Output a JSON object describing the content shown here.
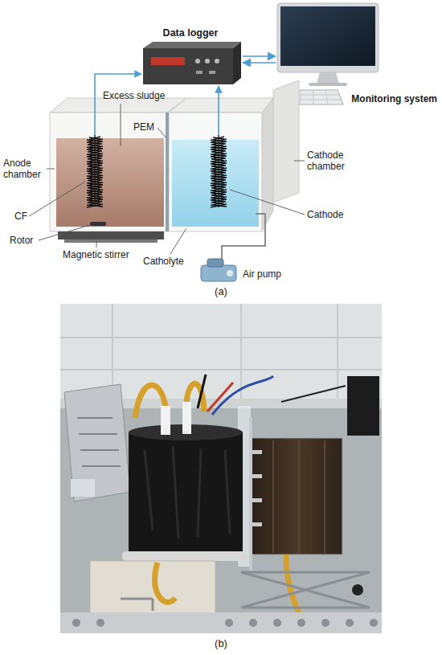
{
  "diagram": {
    "nodes": [
      {
        "text": [
          "Data logger"
        ]
      },
      {
        "text": [
          "Monitoring system"
        ]
      }
    ],
    "edges": [
      {
        "from": 0,
        "to": 1,
        "arrow": "both"
      }
    ],
    "labels": [
      "Excess sludge",
      "Anode chamber",
      "PEM",
      "CF",
      "Rotor",
      "Magnetic stirrer",
      "Catholyte",
      "Cathode chamber",
      "Cathode",
      "Air pump",
      "(a)",
      "(b)"
    ]
  }
}
